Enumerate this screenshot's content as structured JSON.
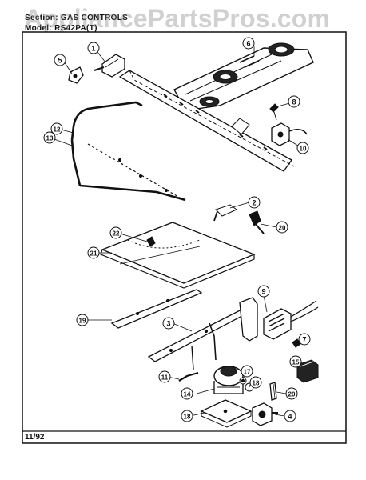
{
  "header": {
    "section_label": "Section: GAS CONTROLS",
    "model_label": "Model: RS42PA(T)"
  },
  "watermark": "AppliancePartsPros.com",
  "footer": {
    "date_code": "11/92"
  },
  "callouts": [
    {
      "id": "c1",
      "label": "1"
    },
    {
      "id": "c2",
      "label": "2"
    },
    {
      "id": "c3",
      "label": "3"
    },
    {
      "id": "c4",
      "label": "4"
    },
    {
      "id": "c5",
      "label": "5"
    },
    {
      "id": "c6",
      "label": "6"
    },
    {
      "id": "c7",
      "label": "7"
    },
    {
      "id": "c8",
      "label": "8"
    },
    {
      "id": "c9",
      "label": "9"
    },
    {
      "id": "c10",
      "label": "10"
    },
    {
      "id": "c11",
      "label": "11"
    },
    {
      "id": "c12",
      "label": "12"
    },
    {
      "id": "c13",
      "label": "13"
    },
    {
      "id": "c14",
      "label": "14"
    },
    {
      "id": "c15",
      "label": "15"
    },
    {
      "id": "c17",
      "label": "17"
    },
    {
      "id": "c18a",
      "label": "18"
    },
    {
      "id": "c18b",
      "label": "18"
    },
    {
      "id": "c19",
      "label": "19"
    },
    {
      "id": "c20a",
      "label": "20"
    },
    {
      "id": "c20b",
      "label": "20"
    },
    {
      "id": "c21",
      "label": "21"
    },
    {
      "id": "c22",
      "label": "22"
    }
  ],
  "colors": {
    "ink": "#111111",
    "paper": "#ffffff",
    "watermark": "#8a8a8a"
  }
}
